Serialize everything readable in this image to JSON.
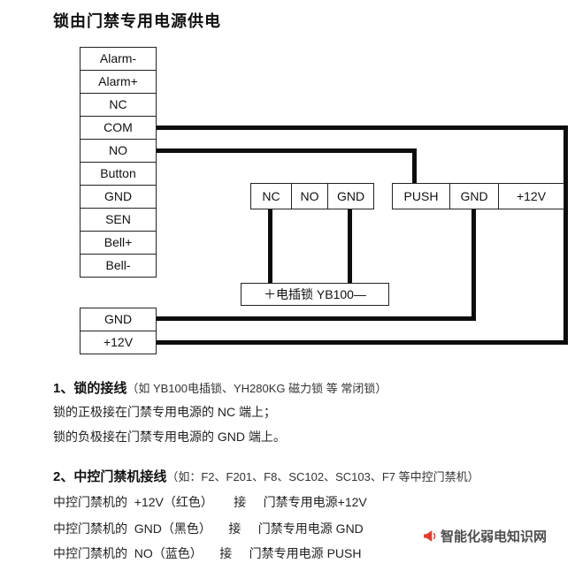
{
  "title": "锁由门禁专用电源供电",
  "controller_block": {
    "terminals": [
      "Alarm-",
      "Alarm+",
      "NC",
      "COM",
      "NO",
      "Button",
      "GND",
      "SEN",
      "Bell+",
      "Bell-"
    ]
  },
  "controller_power_block": {
    "terminals": [
      "GND",
      "+12V"
    ]
  },
  "psu_lock_block": {
    "terminals": [
      "NC",
      "NO",
      "GND"
    ]
  },
  "psu_push_block": {
    "terminals": [
      "PUSH",
      "GND",
      "+12V"
    ]
  },
  "lock_box_label": "＋电插锁 YB100—",
  "sections": [
    {
      "heading_bold": "1、锁的接线",
      "heading_rest": "（如 YB100电插锁、YH280KG 磁力锁 等 常闭锁）",
      "line1": "锁的正极接在门禁专用电源的 NC 端上；",
      "line2": "锁的负极接在门禁专用电源的 GND 端上。"
    },
    {
      "heading_bold": "2、中控门禁机接线",
      "heading_rest": "（如：F2、F201、F8、SC102、SC103、F7 等中控门禁机）",
      "line1": "中控门禁机的  +12V（红色）      接     门禁专用电源+12V",
      "line2": "中控门禁机的  GND（黑色）     接     门禁专用电源 GND",
      "line3": "中控门禁机的  NO（蓝色）     接     门禁专用电源 PUSH"
    }
  ],
  "watermark": {
    "text": "智能化弱电知识网"
  },
  "colors": {
    "wire": "#0d0d0d",
    "border": "#222222",
    "watermark_icon": "#e23c30",
    "watermark_text": "#4d4d4d"
  }
}
